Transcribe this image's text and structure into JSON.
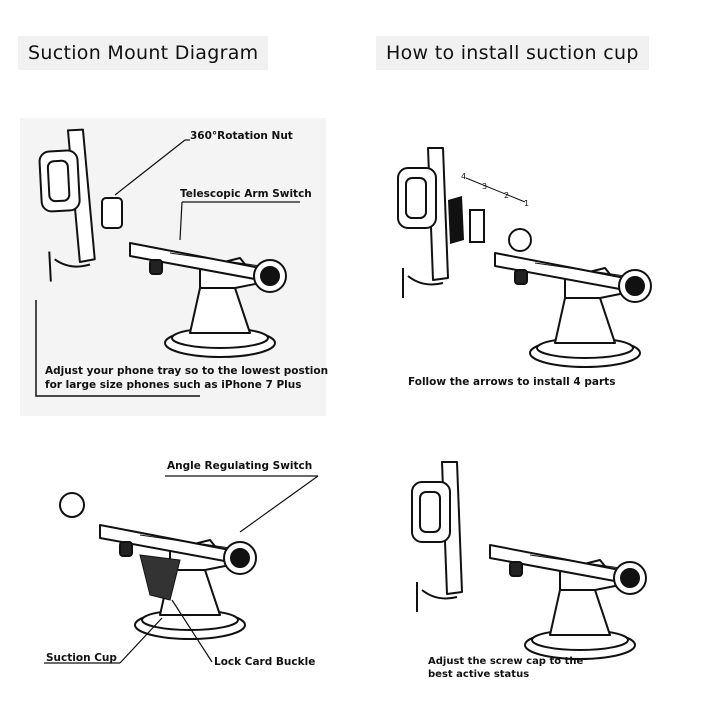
{
  "titles": {
    "left": "Suction Mount Diagram",
    "right": "How to install suction cup"
  },
  "labels": {
    "rotation_nut": "360°Rotation Nut",
    "telescopic_switch": "Telescopic Arm Switch",
    "adjust_tray_line1": "Adjust your phone tray so to the lowest postion",
    "adjust_tray_line2": "for large size phones such as iPhone 7 Plus",
    "follow_arrows": "Follow the arrows to install 4 parts",
    "part_numbers": [
      "4",
      "3",
      "2",
      "1"
    ],
    "angle_switch": "Angle Regulating Switch",
    "suction_cup": "Suction Cup",
    "lock_buckle": "Lock Card Buckle",
    "screw_cap_line1": "Adjust the screw cap to the",
    "screw_cap_line2": "best active status"
  }
}
